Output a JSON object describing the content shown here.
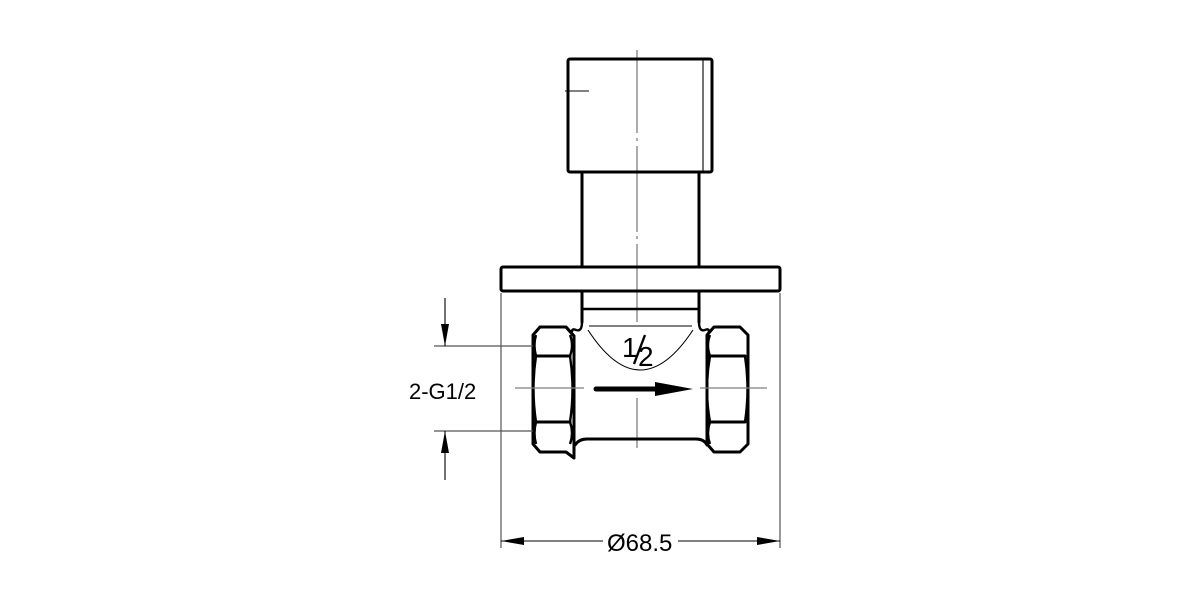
{
  "drawing": {
    "type": "technical-drawing",
    "subject": "concealed stop valve (front elevation)",
    "line_color": "#000000",
    "centerline_color": "#7f7f7f",
    "background": "#ffffff"
  },
  "labels": {
    "thread_callout": "2-G1/2",
    "size_fraction_numerator": "1",
    "size_fraction_denominator": "2",
    "diameter_dimension": "Ø68.5"
  },
  "annotations": {
    "flow_direction": "left-to-right arrow",
    "dimension_arrows": [
      "thread height arrows (vertical)",
      "diameter arrows (horizontal)"
    ]
  }
}
